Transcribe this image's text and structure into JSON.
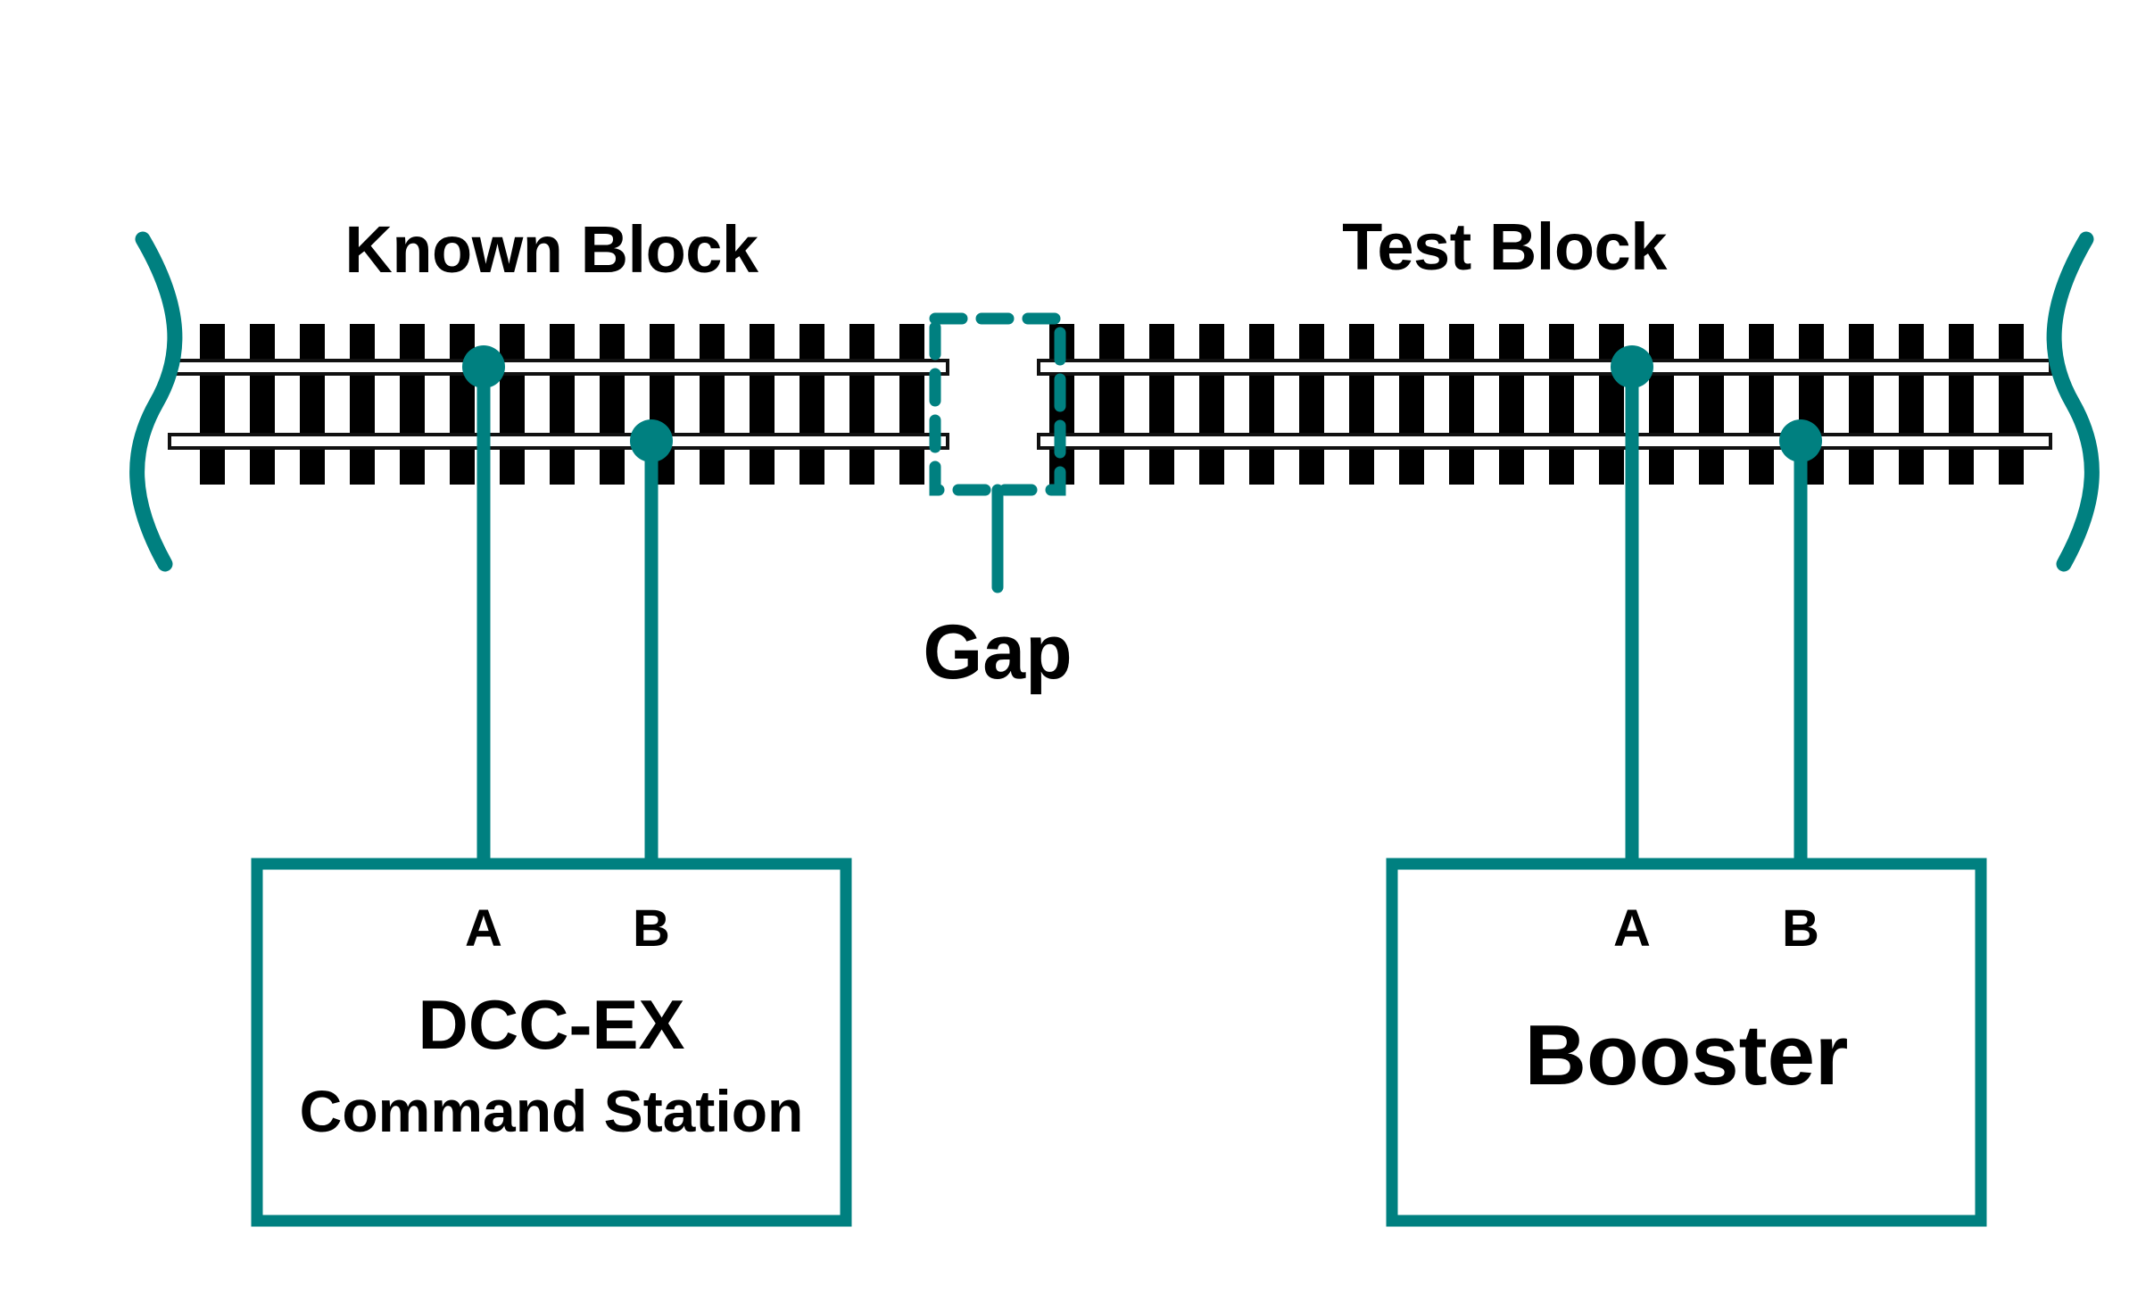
{
  "diagram": {
    "title": "DCC-EX Command Station and Booster track wiring",
    "colors": {
      "teal": "#008080",
      "tie_black": "#000000",
      "rail_fill": "#ffffff",
      "rail_stroke": "#111111",
      "background": "#ffffff"
    },
    "labels": {
      "known_block": "Known Block",
      "test_block": "Test Block",
      "gap": "Gap"
    },
    "boxes": [
      {
        "id": "command-station",
        "terminal_a": "A",
        "terminal_b": "B",
        "line1": "DCC-EX",
        "line2": "Command Station"
      },
      {
        "id": "booster",
        "terminal_a": "A",
        "terminal_b": "B",
        "line1": "Booster",
        "line2": ""
      }
    ],
    "icons": {
      "left_break": "squiggle-break-icon",
      "right_break": "squiggle-break-icon",
      "gap_highlight": "dashed-highlight-box-icon"
    }
  }
}
